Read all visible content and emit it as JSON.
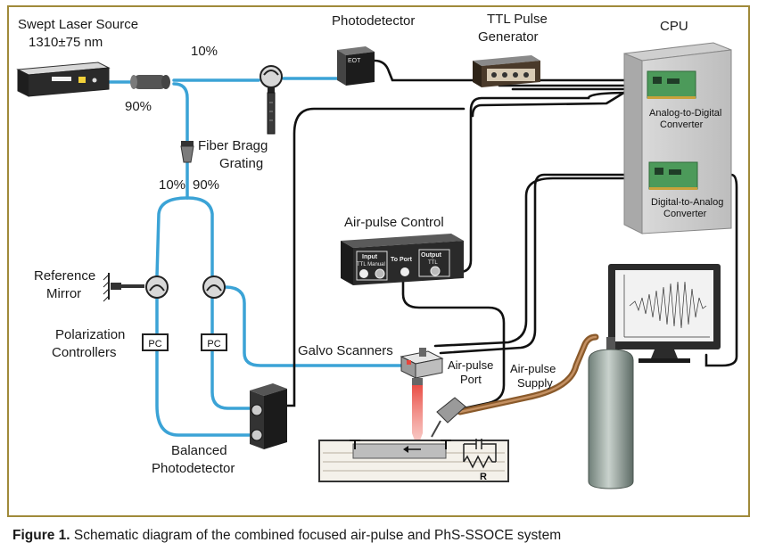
{
  "labels": {
    "laser_name": "Swept Laser Source",
    "laser_spec": "1310±75 nm",
    "split_10_top": "10%",
    "split_90_left": "90%",
    "photodetector": "Photodetector",
    "ttl_line1": "TTL Pulse",
    "ttl_line2": "Generator",
    "cpu": "CPU",
    "fbg_line1": "Fiber Bragg",
    "fbg_line2": "Grating",
    "split_10_mid": "10%",
    "split_90_mid": "90%",
    "adc_line1": "Analog-to-Digital",
    "adc_line2": "Converter",
    "dac_line1": "Digital-to-Analog",
    "dac_line2": "Converter",
    "airpulse_control": "Air-pulse Control",
    "ref_mirror_line1": "Reference",
    "ref_mirror_line2": "Mirror",
    "pol_line1": "Polarization",
    "pol_line2": "Controllers",
    "pc_left": "PC",
    "pc_right": "PC",
    "galvo": "Galvo  Scanners",
    "port_line1": "Air-pulse",
    "port_line2": "Port",
    "supply_line1": "Air-pulse",
    "supply_line2": "Supply",
    "balanced_line1": "Balanced",
    "balanced_line2": "Photodetector",
    "ctrl_input": "Input",
    "ctrl_ttl_manual": "TTL Manual",
    "ctrl_to_port": "To Port",
    "ctrl_output": "Output",
    "ctrl_ttl": "TTL",
    "eot": "EOT",
    "resistor": "R"
  },
  "caption": {
    "prefix": "Figure 1.",
    "text": " Schematic diagram of the combined focused air-pulse and PhS-SSOCE system"
  },
  "colors": {
    "border": "#a08a3a",
    "fiber": "#3ba3d6",
    "cable": "#111111",
    "air_tube": "#8a5a2b",
    "laser_beam": "#e8453c",
    "board": "#4c9a5a"
  }
}
